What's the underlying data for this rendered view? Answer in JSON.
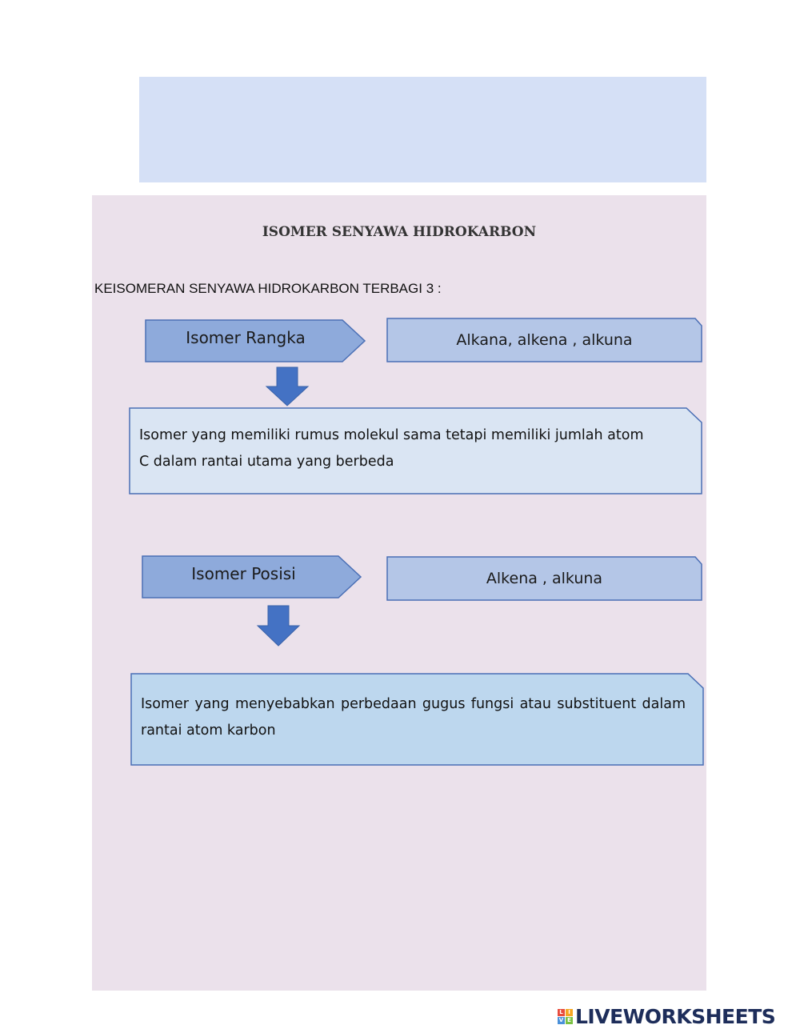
{
  "header_band": {},
  "title": "ISOMER SENYAWA HIDROKARBON",
  "subtitle": "KEISOMERAN SENYAWA HIDROKARBON TERBAGI 3 :",
  "section1": {
    "heading": "Isomer Rangka",
    "applies_to": "Alkana, alkena , alkuna",
    "definition_line1": "Isomer yang memiliki rumus  molekul sama tetapi memiliki jumlah atom",
    "definition_line2": "C dalam rantai utama yang berbeda"
  },
  "section2": {
    "heading": "Isomer Posisi",
    "applies_to": "Alkena , alkuna",
    "definition": "Isomer yang menyebabkan perbedaan gugus fungsi atau substituent dalam rantai atom karbon"
  },
  "logo": {
    "text": "LIVEWORKSHEETS",
    "letters": [
      "L",
      "I",
      "V",
      "E"
    ]
  },
  "colors": {
    "header_band": "#d5e0f6",
    "panel": "#ebe1eb",
    "heading_arrow": "#8eaadb",
    "applies_box": "#b4c6e7",
    "def_box_1": "#dae5f3",
    "def_box_2": "#bdd7ee",
    "down_arrow": "#4472c4",
    "border": "#4a6fb5"
  }
}
